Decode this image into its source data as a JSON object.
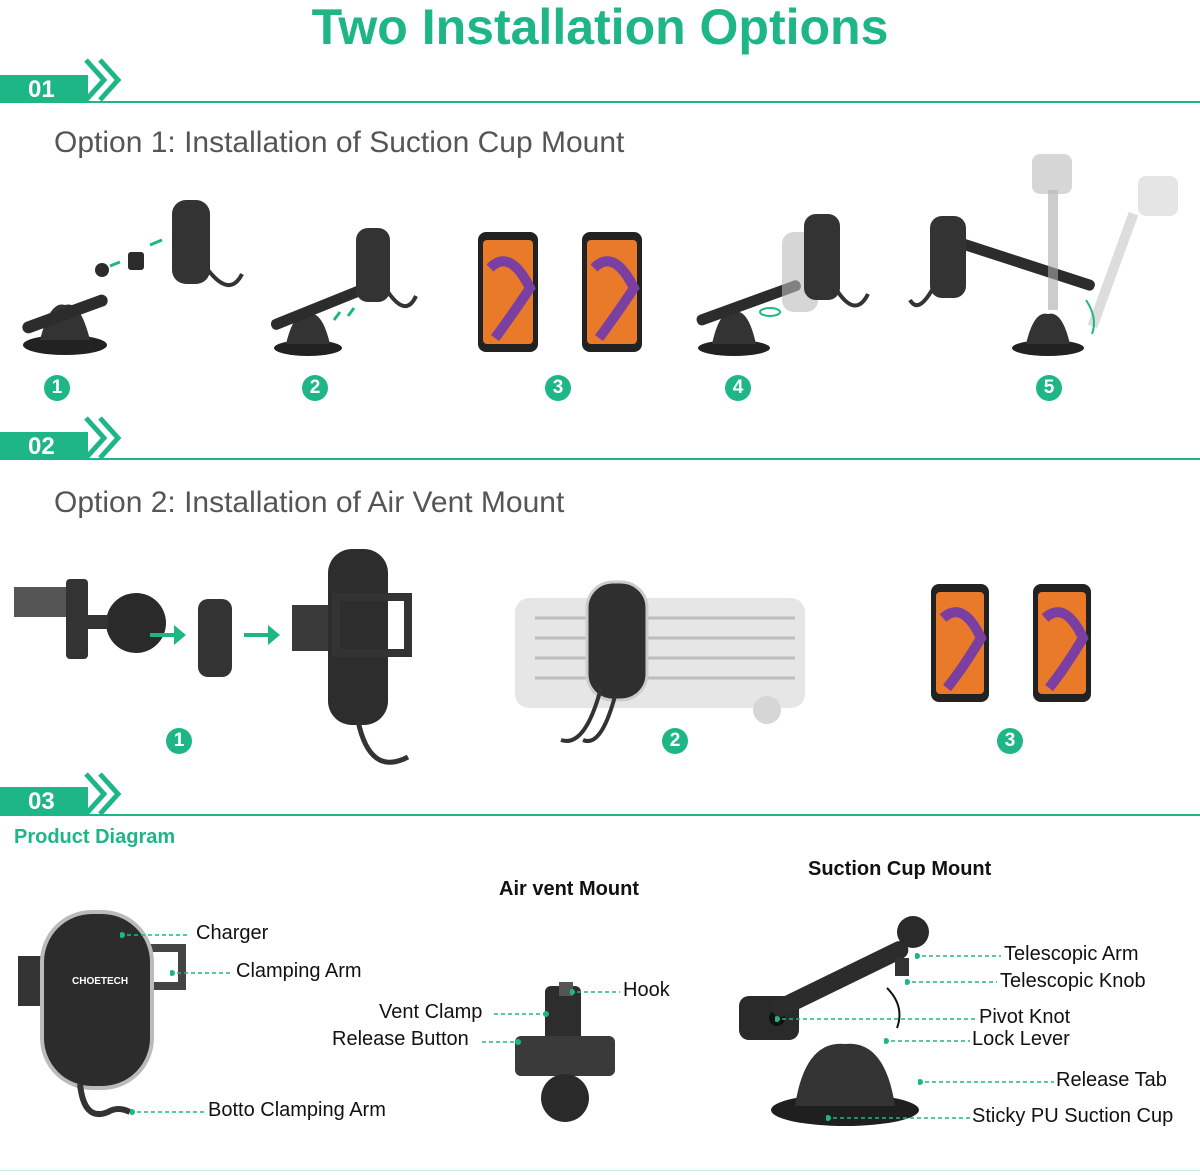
{
  "title": "Two Installation Options",
  "sections": [
    {
      "tag": "01",
      "heading": "Option 1: Installation of Suction Cup Mount",
      "steps": [
        "1",
        "2",
        "3",
        "4",
        "5"
      ]
    },
    {
      "tag": "02",
      "heading": "Option 2: Installation of Air Vent Mount",
      "steps": [
        "1",
        "2",
        "3"
      ]
    },
    {
      "tag": "03",
      "heading": "Product Diagram"
    }
  ],
  "diagram": {
    "air_vent_title": "Air vent Mount",
    "suction_title": "Suction Cup Mount",
    "holder_labels": [
      "Charger",
      "Clamping Arm",
      "Botto Clamping Arm"
    ],
    "vent_labels": [
      "Hook",
      "Vent Clamp",
      "Release Button"
    ],
    "suction_labels": [
      "Telescopic Arm",
      "Telescopic Knob",
      "Pivot Knot",
      "Lock Lever",
      "Release Tab",
      "Sticky PU Suction Cup"
    ]
  },
  "colors": {
    "accent": "#1fb685",
    "text": "#111111",
    "muted": "#555555"
  },
  "brand_on_device": "CHOETECH"
}
